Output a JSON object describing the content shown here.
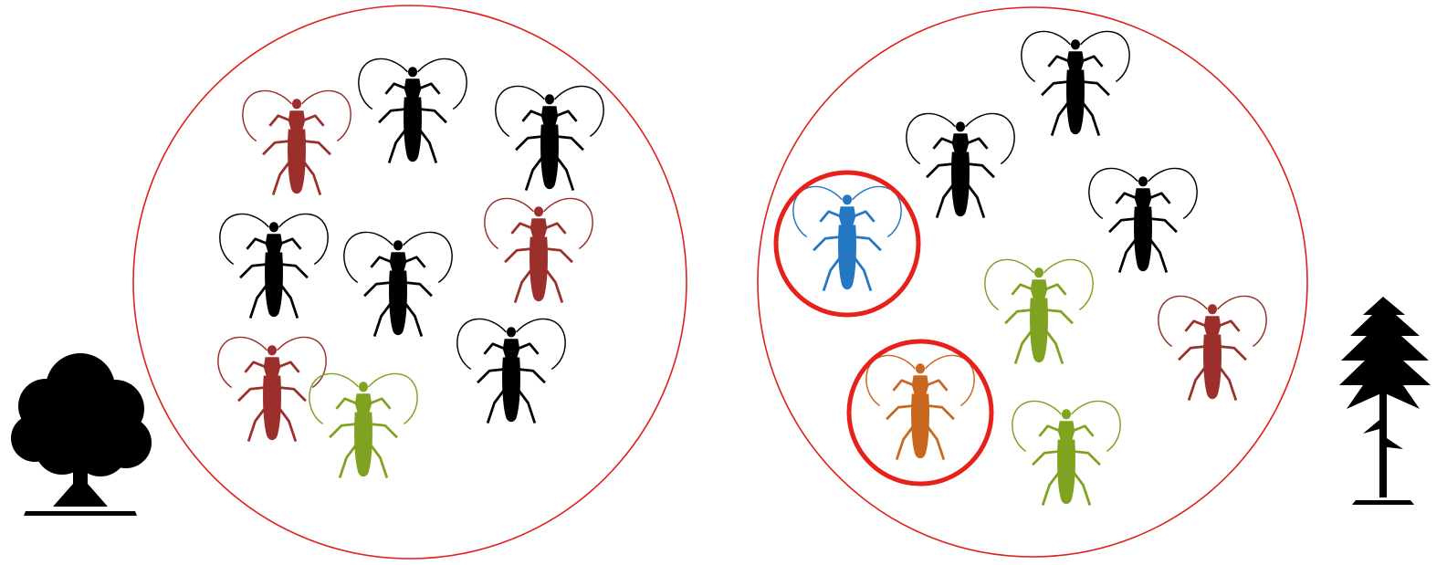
{
  "colors": {
    "background": "#ffffff",
    "community_outline": "#e0201c",
    "highlight_ring": "#e8201a",
    "tree": "#000000"
  },
  "legend": [],
  "community_left": {
    "tree": "broadleaf-tree-icon",
    "beetles": [
      {
        "id": "l1",
        "color": "#9b2f2b"
      },
      {
        "id": "l2",
        "color": "#000000"
      },
      {
        "id": "l3",
        "color": "#000000"
      },
      {
        "id": "l4",
        "color": "#000000"
      },
      {
        "id": "l5",
        "color": "#000000"
      },
      {
        "id": "l6",
        "color": "#9b2f2b"
      },
      {
        "id": "l7",
        "color": "#9b2f2b"
      },
      {
        "id": "l8",
        "color": "#7fa321"
      },
      {
        "id": "l9",
        "color": "#000000"
      }
    ]
  },
  "community_right": {
    "tree": "conifer-tree-icon",
    "beetles": [
      {
        "id": "r1",
        "color": "#000000"
      },
      {
        "id": "r2",
        "color": "#000000"
      },
      {
        "id": "r3",
        "color": "#2577c4",
        "highlighted": true
      },
      {
        "id": "r4",
        "color": "#000000"
      },
      {
        "id": "r5",
        "color": "#7fa321"
      },
      {
        "id": "r6",
        "color": "#9b2f2b"
      },
      {
        "id": "r7",
        "color": "#c8681f",
        "highlighted": true
      },
      {
        "id": "r8",
        "color": "#7fa321"
      }
    ]
  }
}
